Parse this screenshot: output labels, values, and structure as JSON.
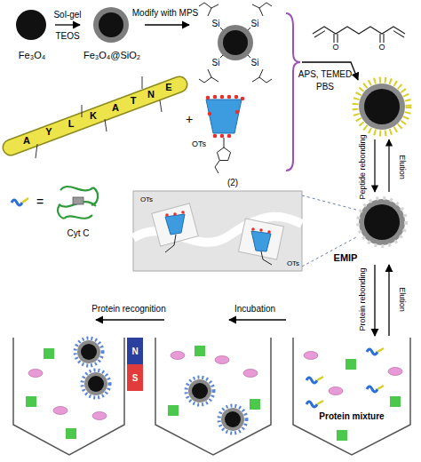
{
  "diagram": {
    "nodes": [
      {
        "text": [
          "Fe₃O₄"
        ]
      },
      {
        "text": [
          "Fe₃O₄@SiO₂"
        ]
      },
      {
        "text": [
          "Si",
          "Si",
          "Si",
          "Si"
        ]
      },
      {
        "text": [
          "EMIP"
        ]
      },
      {
        "text": [
          "Protein mixture"
        ]
      }
    ],
    "edges": [
      {
        "from": 0,
        "to": 1,
        "arrow": "to",
        "label": "Sol-gel"
      },
      {
        "from": 1,
        "to": 2,
        "arrow": "to",
        "label": "Modify with MPS"
      },
      {
        "from": 3,
        "to": 4,
        "arrow": "to",
        "label": "Protein rebonding"
      },
      {
        "from": 4,
        "to": 3,
        "arrow": "to",
        "label": "Elution"
      }
    ],
    "labels": [
      "TEOS",
      "Peptide rebonding",
      "Elution",
      "APS, TEMED",
      "PBS",
      "A",
      "Y",
      "L",
      "K",
      "A",
      "T",
      "N",
      "E",
      "OTs",
      "(2)",
      "+",
      "=",
      "Cyt C",
      "OTs",
      "OTs",
      "Incubation",
      "Protein recognition",
      "N",
      "S",
      "O",
      "O"
    ]
  }
}
